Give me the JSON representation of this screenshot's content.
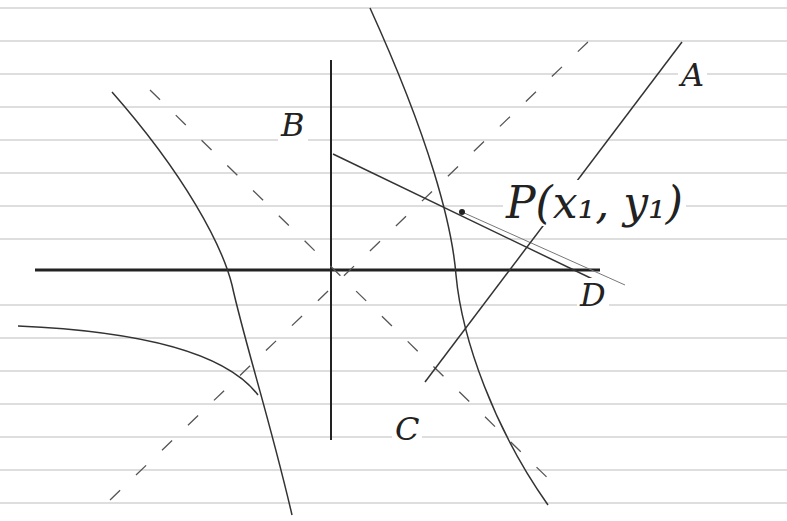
{
  "diagram": {
    "labels": [
      "A",
      "B",
      "C",
      "D",
      "P(x₁, y₁)"
    ]
  }
}
